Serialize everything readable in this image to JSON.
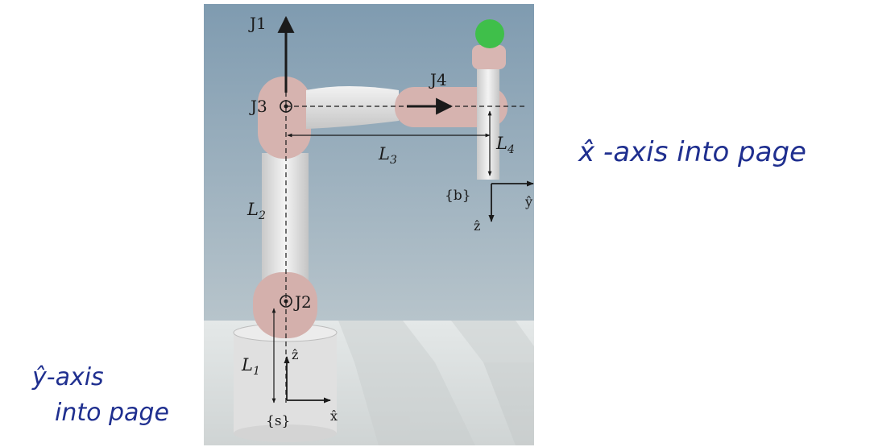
{
  "figure": {
    "joints": {
      "j1": "J1",
      "j2": "J2",
      "j3": "J3",
      "j4": "J4"
    },
    "links": {
      "l1": "L",
      "l1_sub": "1",
      "l2": "L",
      "l2_sub": "2",
      "l3": "L",
      "l3_sub": "3",
      "l4": "L",
      "l4_sub": "4"
    },
    "space_frame": {
      "name": "{s}",
      "x_axis": "x̂",
      "z_axis": "ẑ"
    },
    "body_frame": {
      "name": "{b}",
      "y_axis": "ŷ",
      "z_axis": "ẑ"
    }
  },
  "annotations": {
    "x_axis_note": "x̂ -axis into page",
    "y_axis_note_line1": "ŷ-axis",
    "y_axis_note_line2": "into page"
  },
  "colors": {
    "sky_top": "#7f9bb0",
    "sky_bottom": "#b2c1c9",
    "floor": "#dfe3e3",
    "link": "#d8b3af",
    "tube": "#ececec",
    "ink": "#1a1a1a",
    "handwriting": "#1f2f8f",
    "end_effector": "#3fbf4a"
  }
}
